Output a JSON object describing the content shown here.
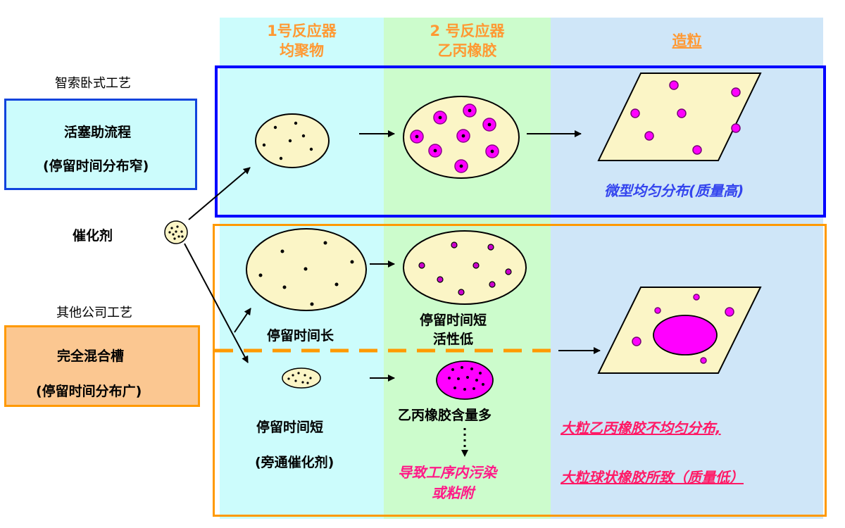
{
  "headers": {
    "reactor1": [
      "1号反应器",
      "均聚物"
    ],
    "reactor2": [
      "2 号反应器",
      "乙丙橡胶"
    ],
    "granulation": "造粒"
  },
  "left": {
    "process_top_title": "智索卧式工艺",
    "process_top_box": [
      "活塞助流程",
      "(停留时间分布窄)"
    ],
    "catalyst": "催化剂",
    "process_bottom_title": "其他公司工艺",
    "process_bottom_box": [
      "完全混合槽",
      "(停留时间分布广)"
    ]
  },
  "top_panel": {
    "result_note": "微型均匀分布(质量高)"
  },
  "bottom_panel": {
    "long_residence": "停留时间长",
    "short_low_activity": [
      "停留时间短",
      "活性低"
    ],
    "short_residence": "停留时间短",
    "bypass_catalyst": "(旁通催化剂)",
    "high_rubber": "乙丙橡胶含量多",
    "contamination": [
      "导致工序内污染",
      "或粘附"
    ],
    "note_uneven": "大粒乙丙橡胶不均匀分布,",
    "note_quality": "大粒球状橡胶所致（质量低）"
  },
  "colors": {
    "reactor1_bg": "#ccfcfc",
    "reactor2_bg": "#ccfccc",
    "granulation_bg": "#cfe6f8",
    "header_text": "#ff9933",
    "blue_border": "#0000ff",
    "orange_border": "#ff9900",
    "particle_fill": "#fbf5c6",
    "rubber_magenta": "#ff00ff"
  }
}
